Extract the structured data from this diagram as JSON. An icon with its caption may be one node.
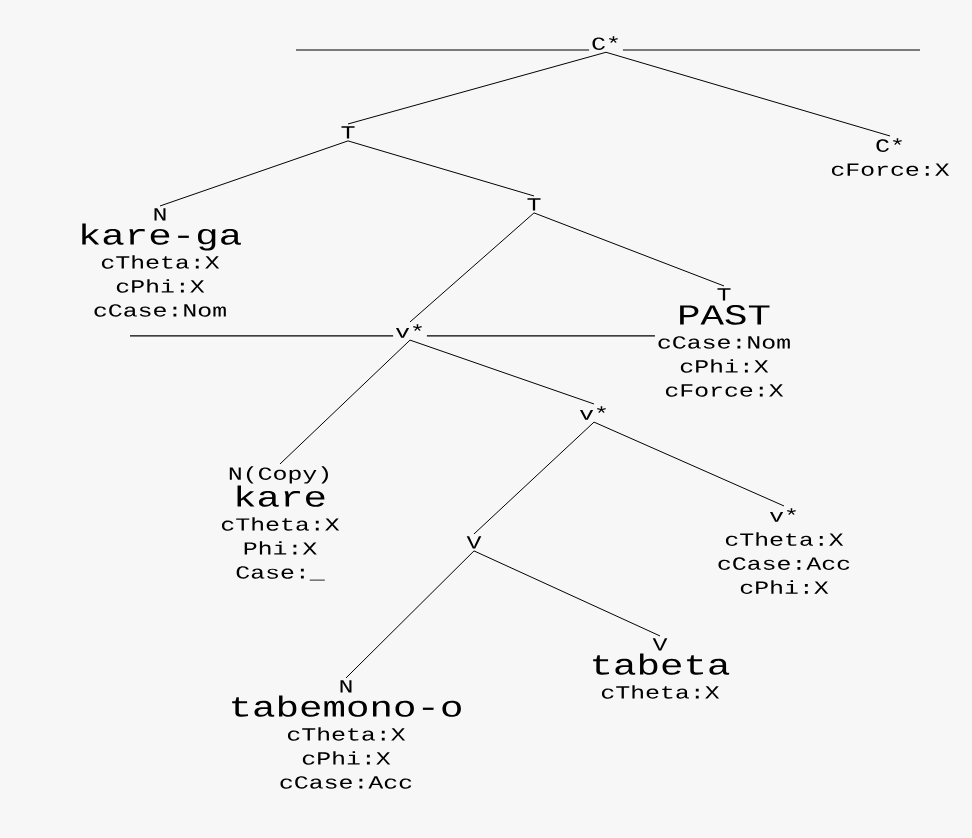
{
  "diagram": {
    "nodes": [
      {
        "text": [
          "C*"
        ]
      },
      {
        "text": [
          "T"
        ]
      },
      {
        "text": [
          "C*",
          "cForce:X"
        ]
      },
      {
        "text": [
          "N",
          "kare-ga",
          "cTheta:X",
          "cPhi:X",
          "cCase:Nom"
        ]
      },
      {
        "text": [
          "T"
        ]
      },
      {
        "text": [
          "T",
          "PAST",
          "cCase:Nom",
          "cPhi:X",
          "cForce:X"
        ]
      },
      {
        "text": [
          "v*"
        ]
      },
      {
        "text": [
          "N(Copy)",
          "kare",
          "cTheta:X",
          "Phi:X",
          "Case:_"
        ]
      },
      {
        "text": [
          "v*"
        ]
      },
      {
        "text": [
          "v*",
          "cTheta:X",
          "cCase:Acc",
          "cPhi:X"
        ]
      },
      {
        "text": [
          "V"
        ]
      },
      {
        "text": [
          "N",
          "tabemono-o",
          "cTheta:X",
          "cPhi:X",
          "cCase:Acc"
        ]
      },
      {
        "text": [
          "V",
          "tabeta",
          "cTheta:X"
        ]
      }
    ],
    "edges": [
      {
        "from": 0,
        "to": 1,
        "arrow": "none"
      },
      {
        "from": 0,
        "to": 2,
        "arrow": "none"
      },
      {
        "from": 1,
        "to": 3,
        "arrow": "none"
      },
      {
        "from": 1,
        "to": 4,
        "arrow": "none"
      },
      {
        "from": 4,
        "to": 6,
        "arrow": "none"
      },
      {
        "from": 4,
        "to": 5,
        "arrow": "none"
      },
      {
        "from": 6,
        "to": 7,
        "arrow": "none"
      },
      {
        "from": 6,
        "to": 8,
        "arrow": "none"
      },
      {
        "from": 8,
        "to": 10,
        "arrow": "none"
      },
      {
        "from": 8,
        "to": 9,
        "arrow": "none"
      },
      {
        "from": 10,
        "to": 11,
        "arrow": "none"
      },
      {
        "from": 10,
        "to": 12,
        "arrow": "none"
      }
    ]
  }
}
